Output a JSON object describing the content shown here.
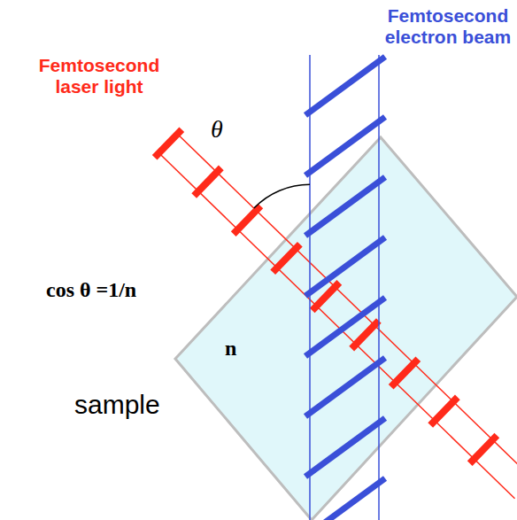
{
  "diagram": {
    "labels": [
      "Femtosecond electron beam",
      "Femtosecond laser light",
      "θ",
      "cos θ =1/n",
      "n",
      "sample"
    ]
  }
}
